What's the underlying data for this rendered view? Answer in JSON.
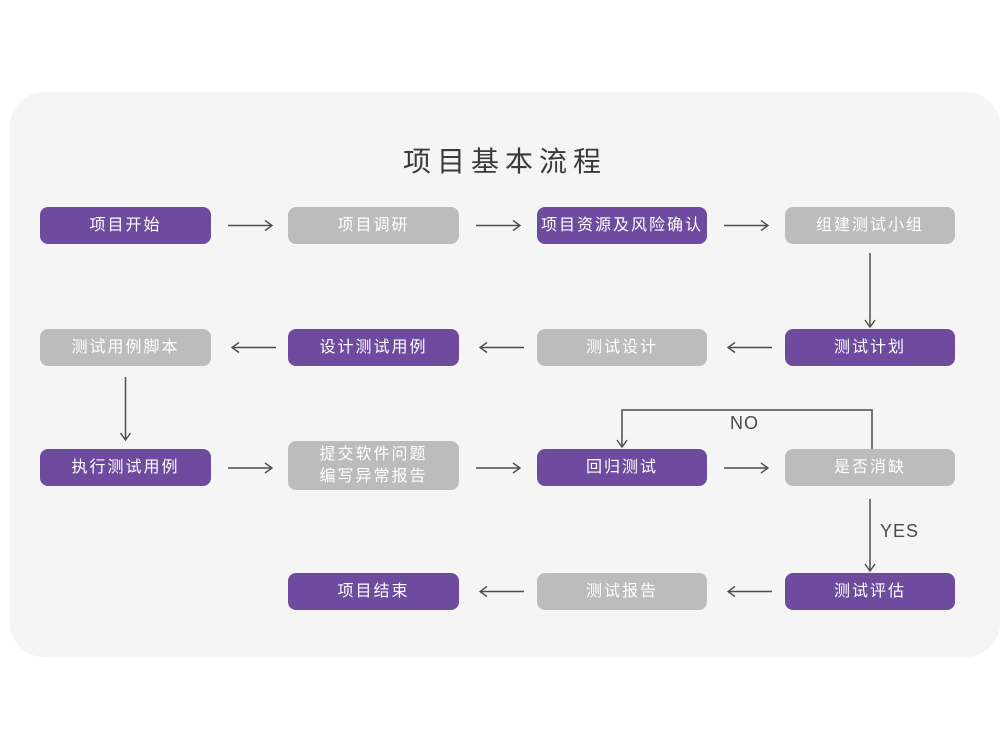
{
  "title": "项目基本流程",
  "colors": {
    "primary": "#6e4b9f",
    "secondary": "#bcbcbc",
    "panel": "#f5f5f6",
    "arrow": "#4d4d4d",
    "node_text": "#ffffff",
    "title_text": "#3a3a3a",
    "label_text": "#4a4a4a"
  },
  "nodes": [
    {
      "id": "project-start",
      "label": "项目开始",
      "style": "primary"
    },
    {
      "id": "project-research",
      "label": "项目调研",
      "style": "secondary"
    },
    {
      "id": "project-resources-risk",
      "label": "项目资源及风险确认",
      "style": "primary"
    },
    {
      "id": "build-test-team",
      "label": "组建测试小组",
      "style": "secondary"
    },
    {
      "id": "test-plan",
      "label": "测试计划",
      "style": "primary"
    },
    {
      "id": "test-design",
      "label": "测试设计",
      "style": "secondary"
    },
    {
      "id": "design-test-cases",
      "label": "设计测试用例",
      "style": "primary"
    },
    {
      "id": "test-case-scripts",
      "label": "测试用例脚本",
      "style": "secondary"
    },
    {
      "id": "execute-test-cases",
      "label": "执行测试用例",
      "style": "primary"
    },
    {
      "id": "submit-issues-report",
      "label": "提交软件问题\n编写异常报告",
      "style": "secondary"
    },
    {
      "id": "regression-test",
      "label": "回归测试",
      "style": "primary"
    },
    {
      "id": "defect-resolved",
      "label": "是否消缺",
      "style": "secondary"
    },
    {
      "id": "test-evaluation",
      "label": "测试评估",
      "style": "primary"
    },
    {
      "id": "test-report",
      "label": "测试报告",
      "style": "secondary"
    },
    {
      "id": "project-end",
      "label": "项目结束",
      "style": "primary"
    }
  ],
  "edges": [
    {
      "from": "project-start",
      "to": "project-research",
      "label": ""
    },
    {
      "from": "project-research",
      "to": "project-resources-risk",
      "label": ""
    },
    {
      "from": "project-resources-risk",
      "to": "build-test-team",
      "label": ""
    },
    {
      "from": "build-test-team",
      "to": "test-plan",
      "label": ""
    },
    {
      "from": "test-plan",
      "to": "test-design",
      "label": ""
    },
    {
      "from": "test-design",
      "to": "design-test-cases",
      "label": ""
    },
    {
      "from": "design-test-cases",
      "to": "test-case-scripts",
      "label": ""
    },
    {
      "from": "test-case-scripts",
      "to": "execute-test-cases",
      "label": ""
    },
    {
      "from": "execute-test-cases",
      "to": "submit-issues-report",
      "label": ""
    },
    {
      "from": "submit-issues-report",
      "to": "regression-test",
      "label": ""
    },
    {
      "from": "regression-test",
      "to": "defect-resolved",
      "label": ""
    },
    {
      "from": "defect-resolved",
      "to": "regression-test",
      "label": "NO"
    },
    {
      "from": "defect-resolved",
      "to": "test-evaluation",
      "label": "YES"
    },
    {
      "from": "test-evaluation",
      "to": "test-report",
      "label": ""
    },
    {
      "from": "test-report",
      "to": "project-end",
      "label": ""
    }
  ]
}
